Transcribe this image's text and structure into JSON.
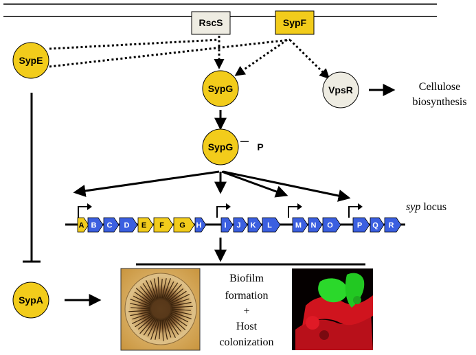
{
  "diagram": {
    "membrane_proteins": {
      "rscs": "RscS",
      "sypf": "SypF"
    },
    "nodes": {
      "sype": "SypE",
      "sypg": "SypG",
      "vpsr": "VpsR",
      "sypg_p": "SypG",
      "phospho": "P",
      "sypa": "SypA"
    },
    "cellulose": {
      "line1": "Cellulose",
      "line2": "biosynthesis"
    },
    "locus": {
      "label_italic": "syp",
      "label_rest": " locus",
      "genes": [
        "A",
        "B",
        "C",
        "D",
        "E",
        "F",
        "G",
        "H",
        "I",
        "J",
        "K",
        "L",
        "M",
        "N",
        "O",
        "P",
        "Q",
        "R"
      ]
    },
    "outcome": {
      "line1": "Biofilm",
      "line2": "formation",
      "line3": "+",
      "line4": "Host",
      "line5": "colonization"
    },
    "colors": {
      "yellow": "#f2cc1b",
      "blue": "#3b5fe0",
      "grey": "#eeece2",
      "red_image": "#c8101a",
      "green_image": "#2bd82b"
    }
  }
}
